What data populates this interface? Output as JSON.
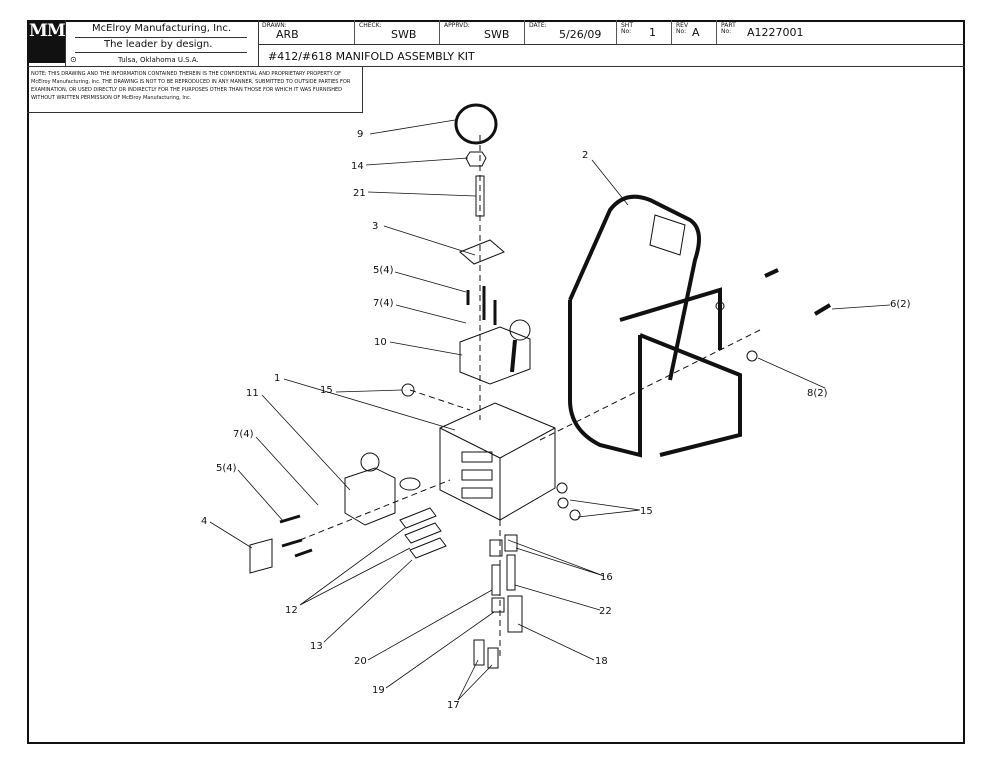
{
  "title_block": {
    "logo": "MMI",
    "company": "McElroy Manufacturing, Inc.",
    "tagline": "The leader by design.",
    "location": "Tulsa, Oklahoma U.S.A.",
    "drawn_label": "DRAWN:",
    "drawn": "ARB",
    "check_label": "CHECK:",
    "check": "SWB",
    "apprvd_label": "APPRVD:",
    "apprvd": "SWB",
    "date_label": "DATE:",
    "date": "5/26/09",
    "sht_label": "SHT No:",
    "sht": "1",
    "rev_label": "REV No:",
    "rev": "A",
    "part_label": "PART No:",
    "part": "A1227001",
    "title": "#412/#618 MANIFOLD ASSEMBLY KIT",
    "note": "NOTE: THIS DRAWING AND THE INFORMATION CONTAINED THEREIN IS THE CONFIDENTIAL AND PROPRIETARY PROPERTY OF McElroy Manufacturing, Inc. THE DRAWING IS NOT TO BE REPRODUCED IN ANY MANNER, SUBMITTED TO OUTSIDE PARTIES FOR EXAMINATION, OR USED DIRECTLY OR INDIRECTLY FOR THE PURPOSES OTHER THAN THOSE FOR WHICH IT WAS FURNISHED WITHOUT WRITTEN PERMISSION OF McElroy Manufacturing, Inc."
  },
  "callouts": [
    "9",
    "14",
    "21",
    "3",
    "5(4)",
    "7(4)",
    "10",
    "15",
    "1",
    "11",
    "7(4)",
    "5(4)",
    "4",
    "12",
    "13",
    "20",
    "19",
    "17",
    "18",
    "22",
    "16",
    "15",
    "8(2)",
    "6(2)",
    "2"
  ]
}
